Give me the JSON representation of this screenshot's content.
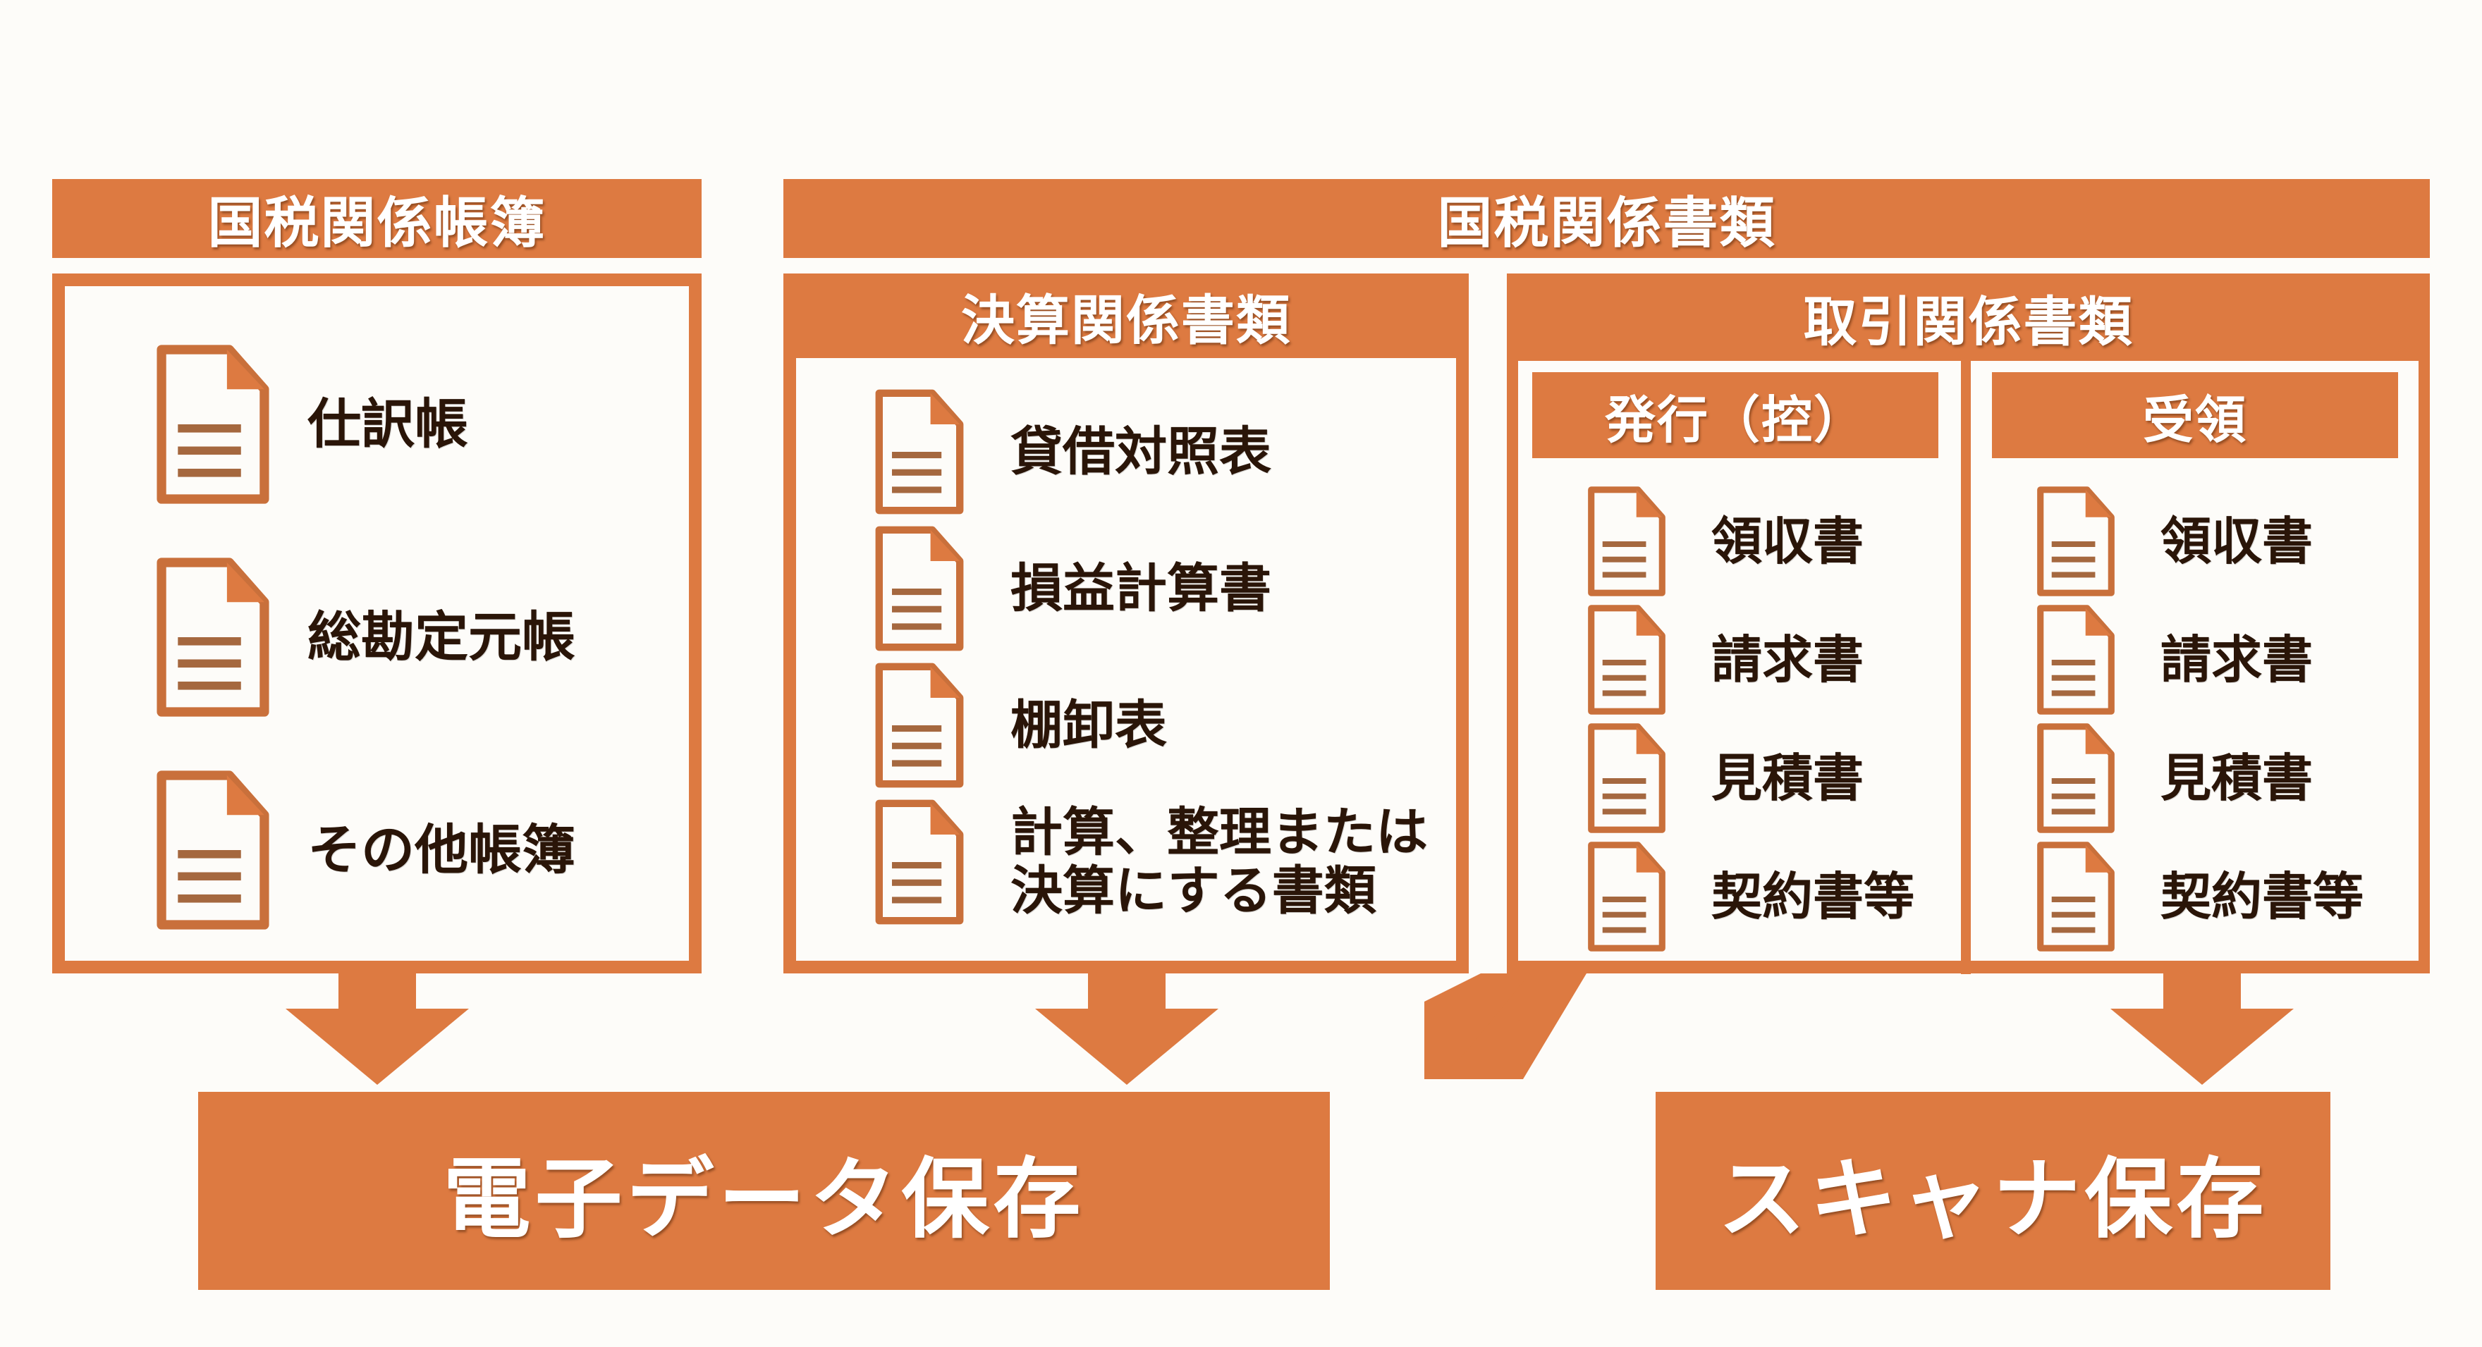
{
  "colors": {
    "accent": "#dd7a41",
    "background": "#fdfcf9",
    "label_text": "#2a1508",
    "band_text": "#ffffff"
  },
  "ledgers": {
    "title": "国税関係帳簿",
    "items": [
      {
        "label": "仕訳帳",
        "icon": "document-icon"
      },
      {
        "label": "総勘定元帳",
        "icon": "document-icon"
      },
      {
        "label": "その他帳簿",
        "icon": "document-icon"
      }
    ]
  },
  "documents": {
    "title": "国税関係書類",
    "settlement": {
      "title": "決算関係書類",
      "items": [
        {
          "label": "貸借対照表",
          "icon": "document-icon"
        },
        {
          "label": "損益計算書",
          "icon": "document-icon"
        },
        {
          "label": "棚卸表",
          "icon": "document-icon"
        },
        {
          "label_line1": "計算、整理または",
          "label_line2": "決算にする書類",
          "icon": "document-icon"
        }
      ]
    },
    "transaction": {
      "title": "取引関係書類",
      "issued": {
        "title": "発行（控）",
        "items": [
          {
            "label": "領収書",
            "icon": "document-icon"
          },
          {
            "label": "請求書",
            "icon": "document-icon"
          },
          {
            "label": "見積書",
            "icon": "document-icon"
          },
          {
            "label": "契約書等",
            "icon": "document-icon"
          }
        ]
      },
      "received": {
        "title": "受領",
        "items": [
          {
            "label": "領収書",
            "icon": "document-icon"
          },
          {
            "label": "請求書",
            "icon": "document-icon"
          },
          {
            "label": "見積書",
            "icon": "document-icon"
          },
          {
            "label": "契約書等",
            "icon": "document-icon"
          }
        ]
      }
    }
  },
  "outputs": {
    "electronic": "電子データ保存",
    "scanner": "スキャナ保存"
  },
  "arrows": [
    {
      "from": "国税関係帳簿",
      "to": "電子データ保存",
      "direction": "down"
    },
    {
      "from": "決算関係書類",
      "to": "電子データ保存",
      "direction": "down"
    },
    {
      "from": "取引関係書類（発行）",
      "to": "電子データ保存",
      "direction": "down-left"
    },
    {
      "from": "取引関係書類（受領）",
      "to": "スキャナ保存",
      "direction": "down"
    }
  ]
}
